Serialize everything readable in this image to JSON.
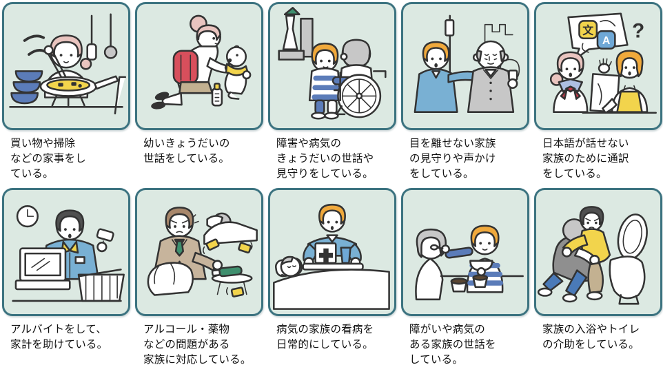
{
  "colors": {
    "card_background": "#dce9e2",
    "card_border": "#3c7380",
    "text": "#111111",
    "outline": "#333333",
    "accent_yellow": "#f2d44c",
    "accent_red": "#d84f5c",
    "accent_orange": "#f0a93c",
    "accent_pink": "#e9c4bf",
    "accent_gray": "#c7c7c7",
    "accent_dark_gray": "#8f8f8f",
    "accent_hoodie_blue": "#79b0d3",
    "accent_stripe_blue": "#5b7cb9",
    "accent_badge_blue": "#6fa8d6",
    "accent_green": "#3f8f6e",
    "accent_collar_blue": "#aebfe2",
    "accent_ribbon_red": "#c53b4a",
    "accent_blazer": "#c7b49c",
    "accent_jeans": "#4a7ab8",
    "accent_khaki": "#c3b191",
    "accent_hair_brown": "#a8876b",
    "accent_hair_dark": "#4f4f4f"
  },
  "cards": [
    {
      "illustration": "cooking-illustration",
      "caption": "買い物や掃除\nなどの家事をし\nている。"
    },
    {
      "illustration": "baby-care-illustration",
      "caption": "幼いきょうだいの\n世話をしている。"
    },
    {
      "illustration": "wheelchair-illustration",
      "caption": "障害や病気の\nきょうだいの世話や\n見守りをしている。"
    },
    {
      "illustration": "elderly-watch-illustration",
      "caption": "目を離せない家族\nの見守りや声かけ\nをしている。"
    },
    {
      "illustration": "interpreting-illustration",
      "caption": "日本語が話せない\n家族のために通訳\nをしている。",
      "bubble_left": "文",
      "bubble_right": "A",
      "question_mark": "?"
    },
    {
      "illustration": "cash-register-illustration",
      "caption": "アルバイトをして、\n家計を助けている。"
    },
    {
      "illustration": "alcohol-cleanup-illustration",
      "caption": "アルコール・薬物\nなどの問題がある\n家族に対応している。"
    },
    {
      "illustration": "sickbed-care-illustration",
      "caption": "病気の家族の看病を\n日常的にしている。"
    },
    {
      "illustration": "feeding-illustration",
      "caption": "障がいや病気の\nある家族の世話を\nしている。"
    },
    {
      "illustration": "toilet-assist-illustration",
      "caption": "家族の入浴やトイレ\nの介助をしている。"
    }
  ]
}
